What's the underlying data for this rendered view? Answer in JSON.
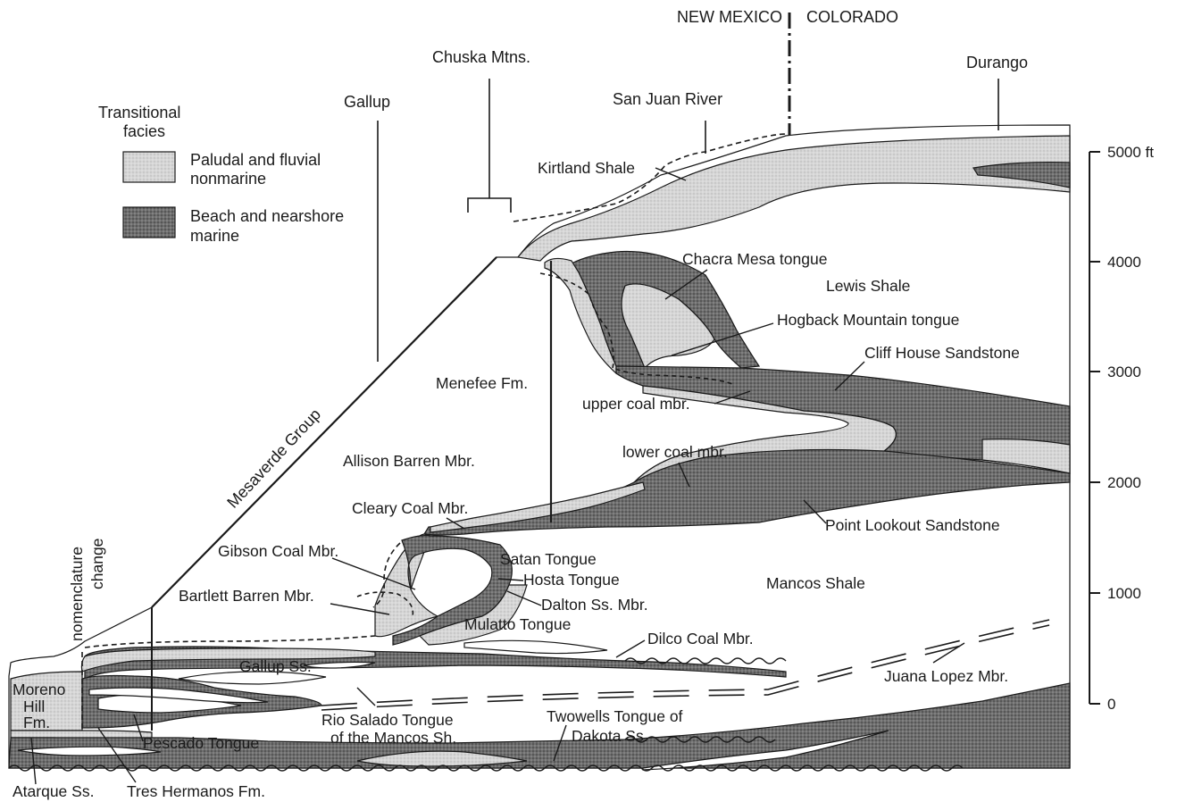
{
  "states": {
    "left": "NEW MEXICO",
    "right": "COLORADO"
  },
  "places": {
    "chuska": "Chuska Mtns.",
    "durango": "Durango",
    "gallup": "Gallup",
    "san_juan": "San Juan River"
  },
  "legend": {
    "title_line1": "Transitional",
    "title_line2": "facies",
    "items": [
      {
        "line1": "Paludal and fluvial",
        "line2": "nonmarine",
        "pattern": "light"
      },
      {
        "line1": "Beach and nearshore",
        "line2": "marine",
        "pattern": "dark"
      }
    ]
  },
  "scale": {
    "ticks": [
      "5000 ft",
      "4000",
      "3000",
      "2000",
      "1000",
      "0"
    ]
  },
  "units": {
    "kirtland": "Kirtland Shale",
    "chacra": "Chacra Mesa tongue",
    "lewis": "Lewis Shale",
    "hogback": "Hogback Mountain tongue",
    "cliff_house": "Cliff House Sandstone",
    "menefee": "Menefee Fm.",
    "upper_coal": "upper coal mbr.",
    "lower_coal": "lower coal mbr.",
    "allison": "Allison Barren Mbr.",
    "mesaverde": "Mesaverde Group",
    "cleary": "Cleary Coal Mbr.",
    "point_lookout": "Point Lookout Sandstone",
    "gibson": "Gibson Coal Mbr.",
    "satan": "Satan Tongue",
    "hosta": "Hosta Tongue",
    "dalton": "Dalton Ss. Mbr.",
    "mancos": "Mancos Shale",
    "bartlett": "Bartlett Barren Mbr.",
    "mulatto": "Mulatto Tongue",
    "dilco": "Dilco Coal Mbr.",
    "gallup_ss": "Gallup Ss.",
    "juana_lopez": "Juana Lopez Mbr.",
    "nomenclature_1": "nomenclature",
    "nomenclature_2": "change",
    "moreno_1": "Moreno",
    "moreno_2": "Hill",
    "moreno_3": "Fm.",
    "rio_salado_1": "Rio Salado Tongue",
    "rio_salado_2": "of the Mancos Sh.",
    "twowells_1": "Twowells  Tongue of",
    "twowells_2": "Dakota Ss.",
    "pescado": "Pescado Tongue",
    "atarque": "Atarque Ss.",
    "tres_hermanos": "Tres Hermanos Fm."
  }
}
